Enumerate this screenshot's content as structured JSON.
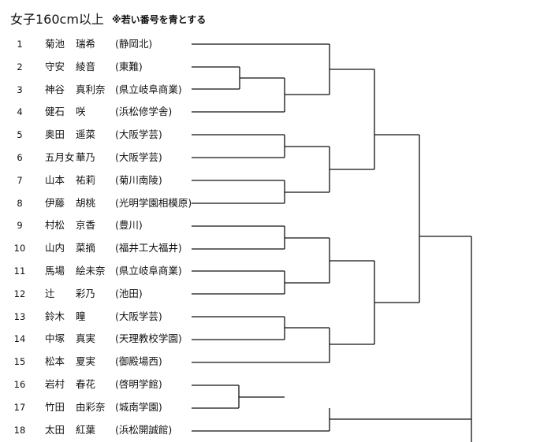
{
  "header": {
    "title": "女子160cm以上",
    "note": "※若い番号を青とする"
  },
  "entries": [
    {
      "no": "1",
      "family": "菊池",
      "given": "瑞希",
      "school": "(静岡北)"
    },
    {
      "no": "2",
      "family": "守安",
      "given": "綾音",
      "school": "(東難)"
    },
    {
      "no": "3",
      "family": "神谷",
      "given": "真利奈",
      "school": "(県立岐阜商業)"
    },
    {
      "no": "4",
      "family": "健石",
      "given": "咲",
      "school": "(浜松修学舎)"
    },
    {
      "no": "5",
      "family": "奥田",
      "given": "遥菜",
      "school": "(大阪学芸)"
    },
    {
      "no": "6",
      "family": "五月女",
      "given": "華乃",
      "school": "(大阪学芸)"
    },
    {
      "no": "7",
      "family": "山本",
      "given": "祐莉",
      "school": "(菊川南陵)"
    },
    {
      "no": "8",
      "family": "伊藤",
      "given": "胡桃",
      "school": "(光明学園相模原)"
    },
    {
      "no": "9",
      "family": "村松",
      "given": "京香",
      "school": "(豊川)"
    },
    {
      "no": "10",
      "family": "山内",
      "given": "菜摘",
      "school": "(福井工大福井)"
    },
    {
      "no": "11",
      "family": "馬場",
      "given": "絵未奈",
      "school": "(県立岐阜商業)"
    },
    {
      "no": "12",
      "family": "辻",
      "given": "彩乃",
      "school": "(池田)"
    },
    {
      "no": "13",
      "family": "鈴木",
      "given": "瞳",
      "school": "(大阪学芸)"
    },
    {
      "no": "14",
      "family": "中塚",
      "given": "真実",
      "school": "(天理教校学園)"
    },
    {
      "no": "15",
      "family": "松本",
      "given": "夏実",
      "school": "(御殿場西)"
    },
    {
      "no": "16",
      "family": "岩村",
      "given": "春花",
      "school": "(啓明学館)"
    },
    {
      "no": "17",
      "family": "竹田",
      "given": "由彩奈",
      "school": "(城南学園)"
    },
    {
      "no": "18",
      "family": "太田",
      "given": "紅葉",
      "school": "(浜松開誠館)"
    }
  ]
}
